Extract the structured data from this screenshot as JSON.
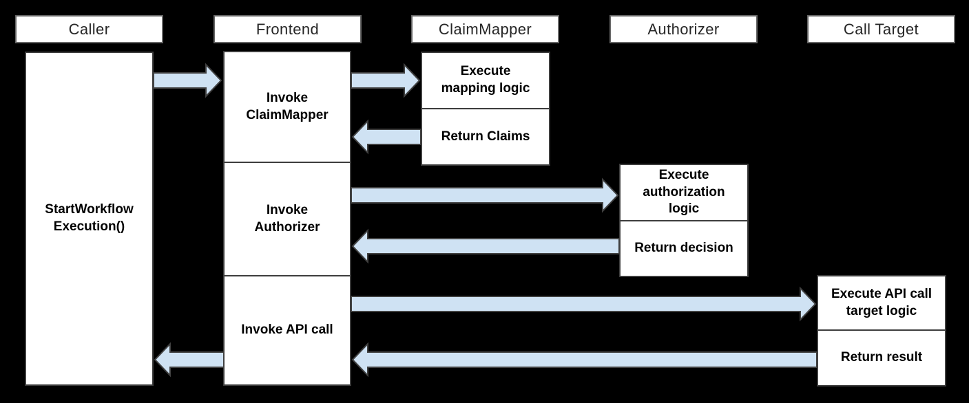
{
  "colors": {
    "background": "#000000",
    "box_fill": "#ffffff",
    "box_border": "#3d3d3d",
    "header_border": "#666666",
    "header_text": "#262626",
    "body_text": "#000000",
    "arrow_fill": "#cfe2f3",
    "arrow_outline": "#404040"
  },
  "lanes": [
    {
      "label": "Caller"
    },
    {
      "label": "Frontend"
    },
    {
      "label": "ClaimMapper"
    },
    {
      "label": "Authorizer"
    },
    {
      "label": "Call Target"
    }
  ],
  "caller": {
    "label": "StartWorkflow\nExecution()"
  },
  "frontend": {
    "sections": [
      {
        "label": "Invoke\nClaimMapper"
      },
      {
        "label": "Invoke\nAuthorizer"
      },
      {
        "label": "Invoke API call"
      }
    ]
  },
  "claim_mapper": {
    "sections": [
      {
        "label": "Execute\nmapping logic"
      },
      {
        "label": "Return Claims"
      }
    ]
  },
  "authorizer": {
    "sections": [
      {
        "label": "Execute\nauthorization\nlogic"
      },
      {
        "label": "Return decision"
      }
    ]
  },
  "call_target": {
    "sections": [
      {
        "label": "Execute API call\ntarget logic"
      },
      {
        "label": "Return result"
      }
    ]
  },
  "arrows": [
    {
      "from": "Caller",
      "to": "Frontend",
      "direction": "right"
    },
    {
      "from": "Frontend",
      "to": "ClaimMapper",
      "direction": "right"
    },
    {
      "from": "ClaimMapper",
      "to": "Frontend",
      "direction": "left"
    },
    {
      "from": "Frontend",
      "to": "Authorizer",
      "direction": "right"
    },
    {
      "from": "Authorizer",
      "to": "Frontend",
      "direction": "left"
    },
    {
      "from": "Frontend",
      "to": "Call Target",
      "direction": "right"
    },
    {
      "from": "Call Target",
      "to": "Frontend",
      "direction": "left"
    },
    {
      "from": "Frontend",
      "to": "Caller",
      "direction": "left"
    }
  ]
}
